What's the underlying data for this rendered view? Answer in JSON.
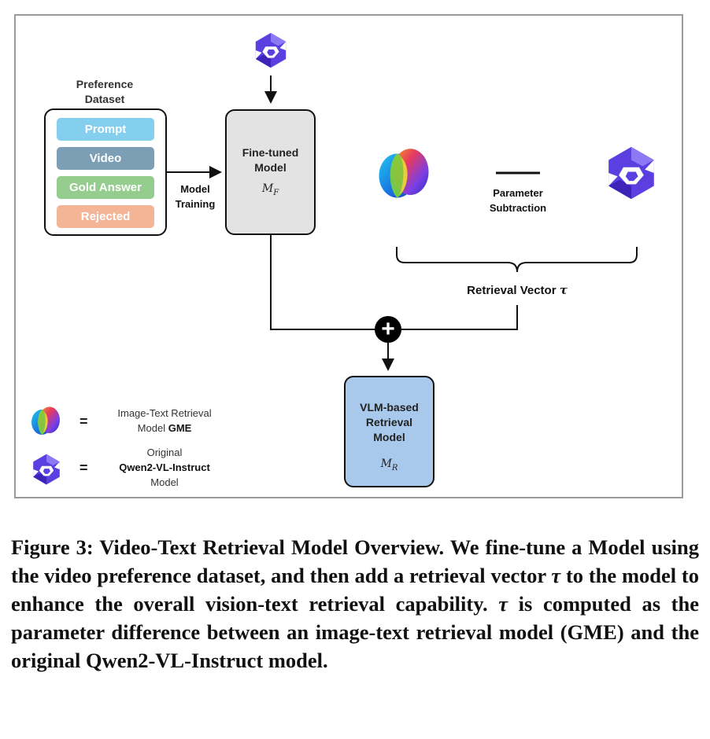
{
  "diagram": {
    "dataset": {
      "title_line1": "Preference",
      "title_line2": "Dataset",
      "items": [
        {
          "label": "Prompt",
          "color": "#84cfee"
        },
        {
          "label": "Video",
          "color": "#7d9fb5"
        },
        {
          "label": "Gold Answer",
          "color": "#94cd8d"
        },
        {
          "label": "Rejected",
          "color": "#f4b597"
        }
      ]
    },
    "training_label_line1": "Model",
    "training_label_line2": "Training",
    "finetuned": {
      "line1": "Fine-tuned",
      "line2": "Model",
      "symbol": "M",
      "subscript": "F"
    },
    "subtraction_label_line1": "Parameter",
    "subtraction_label_line2": "Subtraction",
    "retrieval_vector_label": "Retrieval Vector",
    "retrieval_vector_symbol": "τ",
    "plus_symbol": "+",
    "vlm": {
      "line1": "VLM-based",
      "line2": "Retrieval",
      "line3": "Model",
      "symbol": "M",
      "subscript": "R"
    },
    "icons": {
      "gme": "gme-sphere-icon",
      "qwen": "qwen-hexagon-icon"
    }
  },
  "legend": {
    "equals": "=",
    "gme_line1": "Image-Text Retrieval",
    "gme_line2_prefix": "Model ",
    "gme_line2_bold": "GME",
    "qwen_line1": "Original",
    "qwen_line2": "Qwen2-VL-Instruct",
    "qwen_line3": "Model"
  },
  "caption": {
    "label": "Figure 3:",
    "text_part1": " Video-Text Retrieval Model Overview. We fine-tune a Model using the video preference dataset, and then add a retrieval vector ",
    "tau": "τ",
    "text_part2": " to the model to enhance the overall vision-text retrieval capability. ",
    "tau2": "τ",
    "text_part3": " is computed as the parameter difference between an image-text retrieval model (GME) and the original Qwen2-VL-Instruct model."
  },
  "colors": {
    "finetuned_fill": "#e3e3e3",
    "vlm_fill": "#a9c9ec",
    "qwen_purple": "#5b3fe0"
  }
}
